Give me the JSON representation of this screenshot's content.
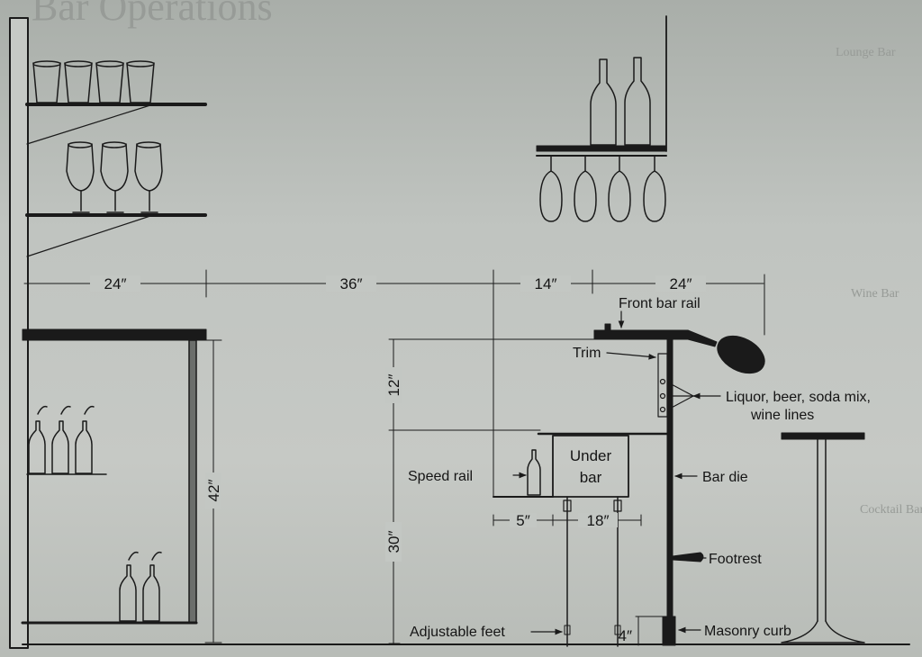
{
  "page": {
    "heading": "Bar Operations",
    "sections": [
      "Lounge Bar",
      "Wine Bar",
      "Cocktail Bar"
    ]
  },
  "dimensions": {
    "back_counter_depth": "24″",
    "aisle_width": "36″",
    "bar_top_overhang": "14″",
    "bar_top_depth": "24″",
    "back_counter_height": "42″",
    "bar_top_drop": "12″",
    "under_bar_height": "30″",
    "speed_rail_width": "5″",
    "under_bar_width": "18″",
    "curb_height": "4″"
  },
  "labels": {
    "front_bar_rail": "Front bar rail",
    "trim": "Trim",
    "liquor_lines_1": "Liquor, beer, soda mix,",
    "liquor_lines_2": "wine lines",
    "speed_rail": "Speed rail",
    "under_bar_1": "Under",
    "under_bar_2": "bar",
    "bar_die": "Bar die",
    "footrest": "Footrest",
    "adjustable_feet": "Adjustable feet",
    "masonry_curb": "Masonry curb"
  },
  "colors": {
    "ink": "#1a1a1a",
    "paper": "#c3c7c3",
    "ghost_text": "#979b97"
  }
}
